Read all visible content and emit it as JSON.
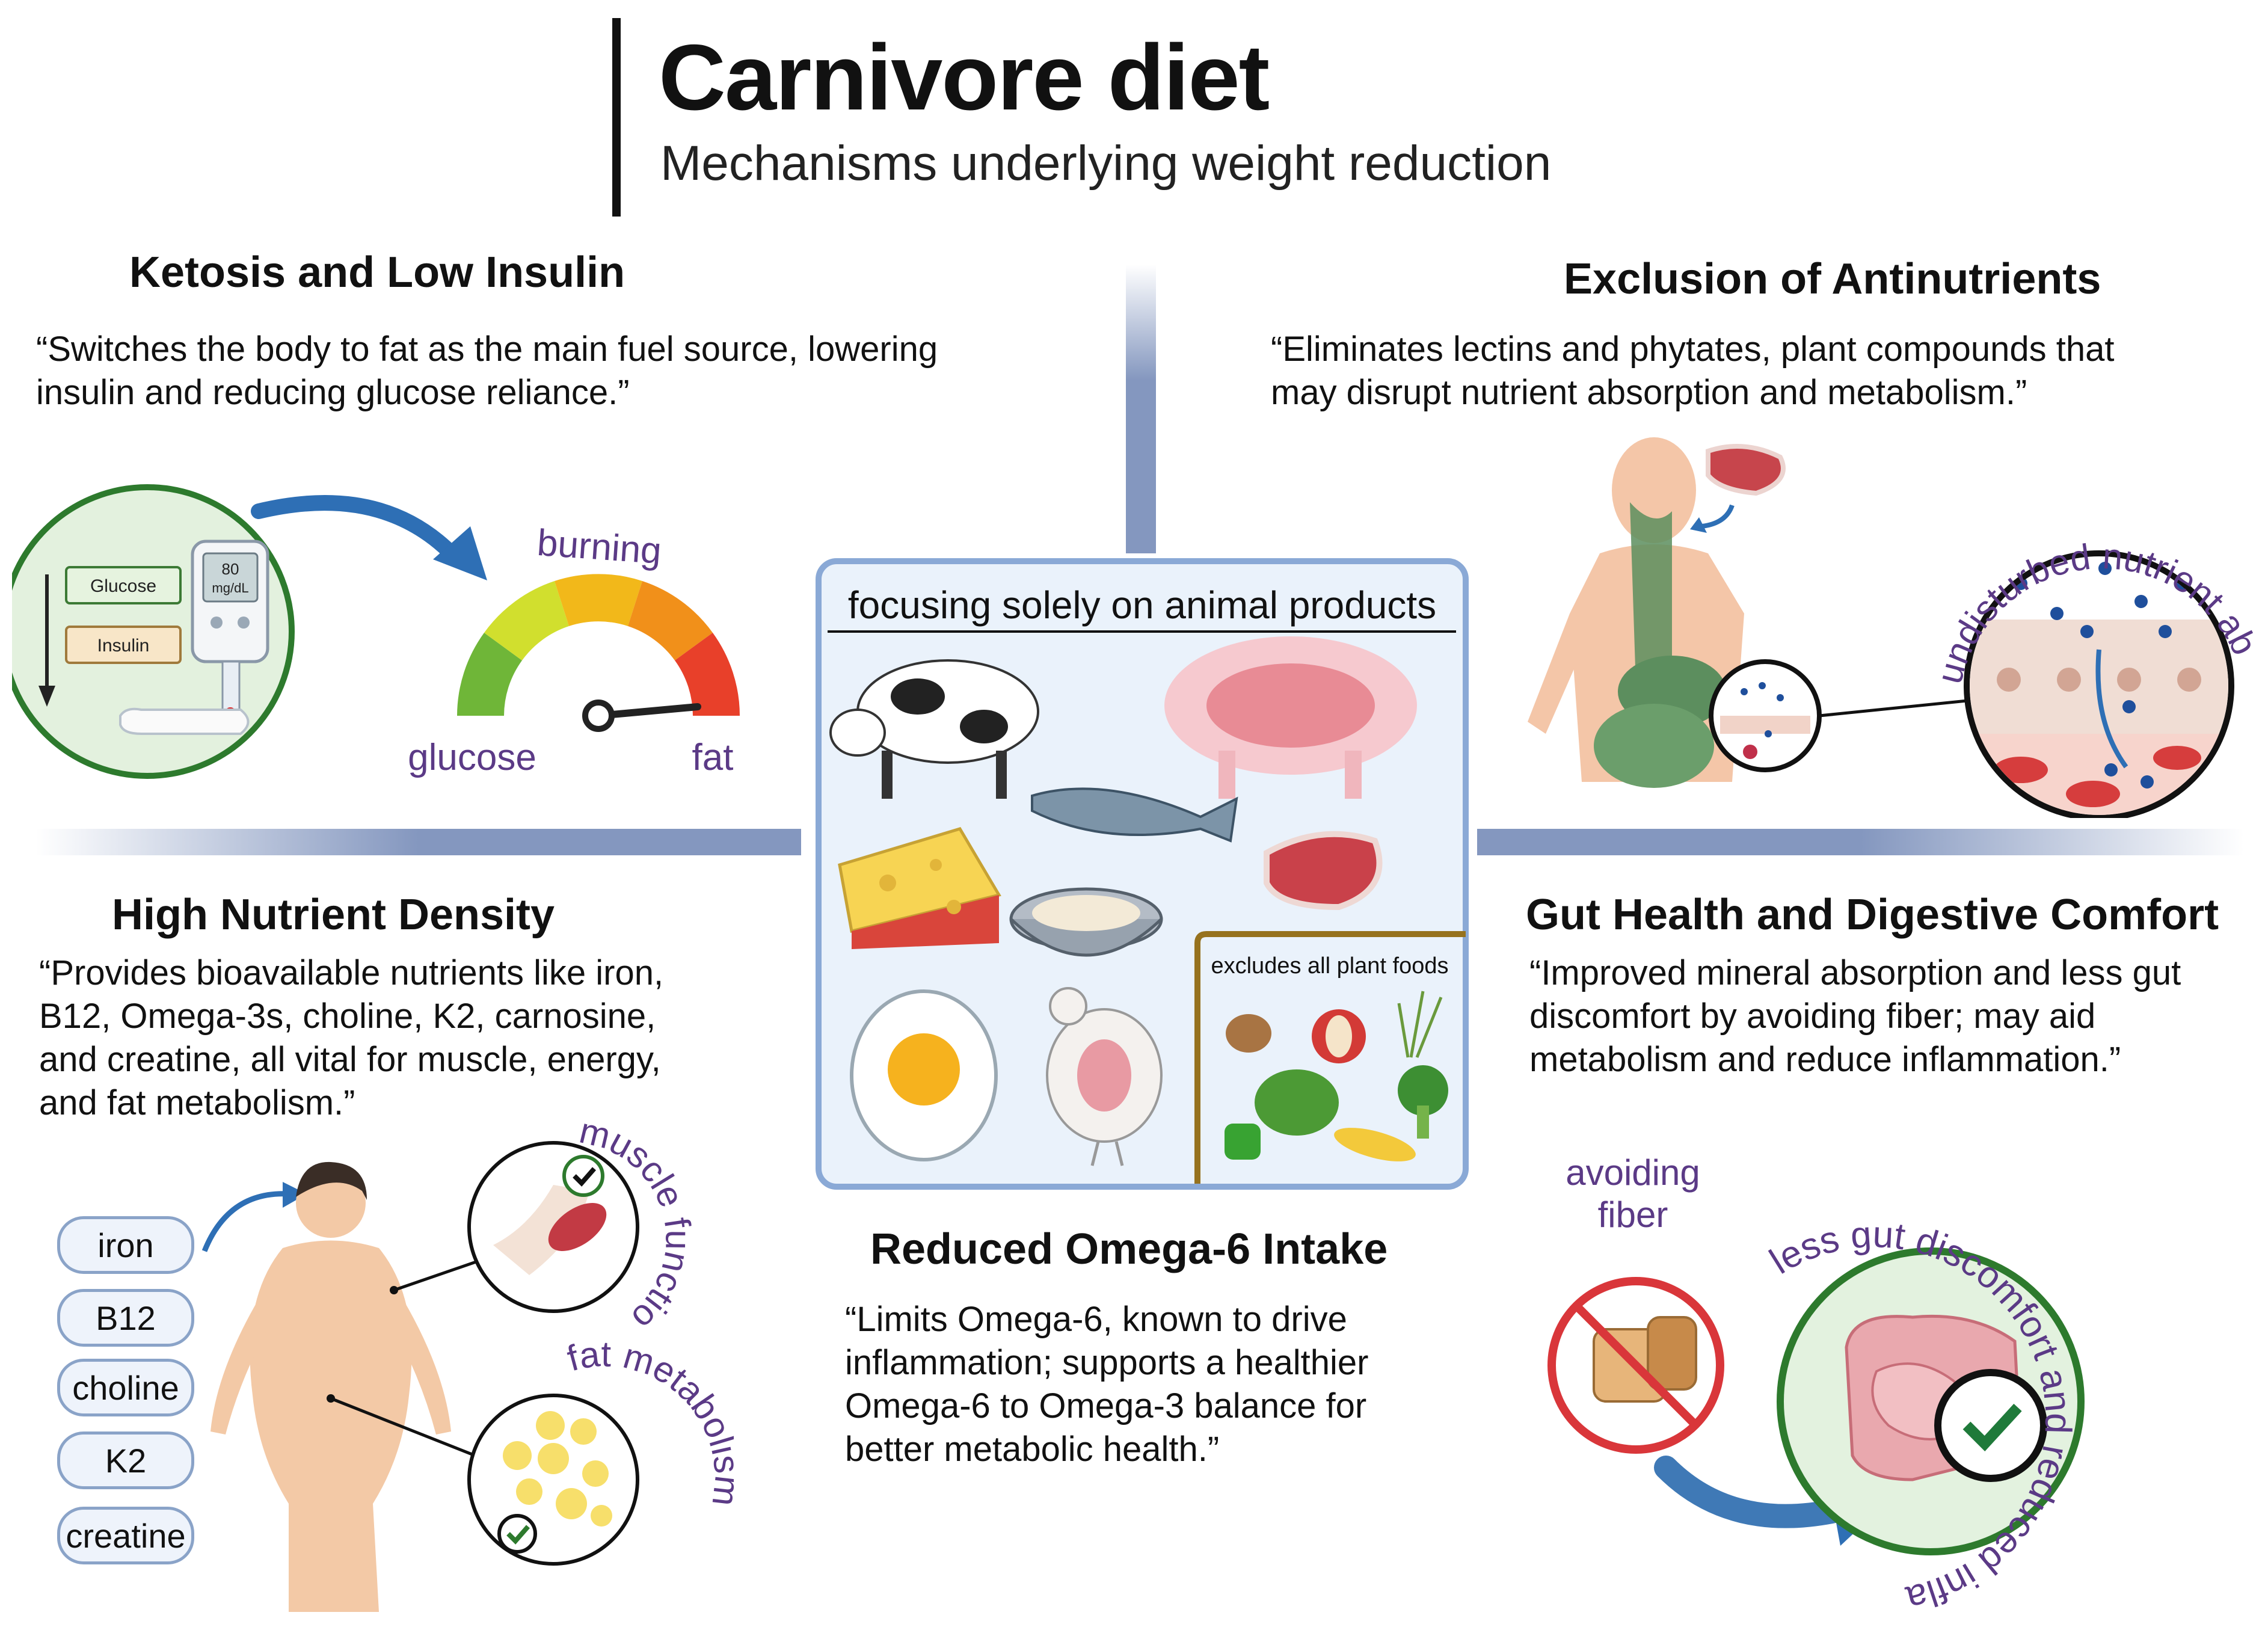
{
  "header": {
    "title": "Carnivore diet",
    "subtitle": "Mechanisms underlying weight reduction"
  },
  "ketosis": {
    "title": "Ketosis and Low Insulin",
    "quote_line1": "“Switches the body to fat as the main fuel source, lowering",
    "quote_line2": "insulin and reducing glucose reliance.”",
    "meter_glucose_label": "Glucose",
    "meter_insulin_label": "Insulin",
    "meter_reading_value": "80",
    "meter_reading_unit": "mg/dL",
    "gauge_top": "burning",
    "gauge_left": "glucose",
    "gauge_right": "fat"
  },
  "antinutrients": {
    "title": "Exclusion of Antinutrients",
    "quote_line1": "“Eliminates lectins and phytates, plant compounds that",
    "quote_line2": "may disrupt nutrient absorption and metabolism.”",
    "arc_label": "undisturbed nutrient absorption"
  },
  "center": {
    "box_title": "focusing solely on animal products",
    "excludes_label": "excludes all plant foods"
  },
  "nutrient": {
    "title": "High Nutrient Density",
    "quote_line1": "“Provides bioavailable nutrients like iron,",
    "quote_line2": "B12, Omega-3s, choline, K2, carnosine,",
    "quote_line3": "and creatine, all vital for muscle, energy,",
    "quote_line4": "and fat metabolism.”",
    "pills": [
      "iron",
      "B12",
      "choline",
      "K2",
      "creatine"
    ],
    "arc_muscle": "muscle function",
    "arc_fat": "fat metabolism"
  },
  "omega": {
    "title": "Reduced Omega-6 Intake",
    "quote_line1": "“Limits Omega-6, known to drive",
    "quote_line2": "inflammation; supports a healthier",
    "quote_line3": "Omega-6 to Omega-3 balance for",
    "quote_line4": "better metabolic health.”"
  },
  "gut": {
    "title": "Gut Health and Digestive Comfort",
    "quote_line1": "“Improved mineral absorption and less gut",
    "quote_line2": "discomfort by avoiding fiber; may aid",
    "quote_line3": "metabolism and reduce inflammation.”",
    "avoid_line1": "avoiding",
    "avoid_line2": "fiber",
    "arc_label": "less gut discomfort and reduced inflammation"
  },
  "colors": {
    "divider": "#8497bf",
    "purple": "#5b3a86",
    "circle_green": "#2d7a2d",
    "center_border": "#8aa9d6",
    "center_bg": "#eaf2fb"
  }
}
